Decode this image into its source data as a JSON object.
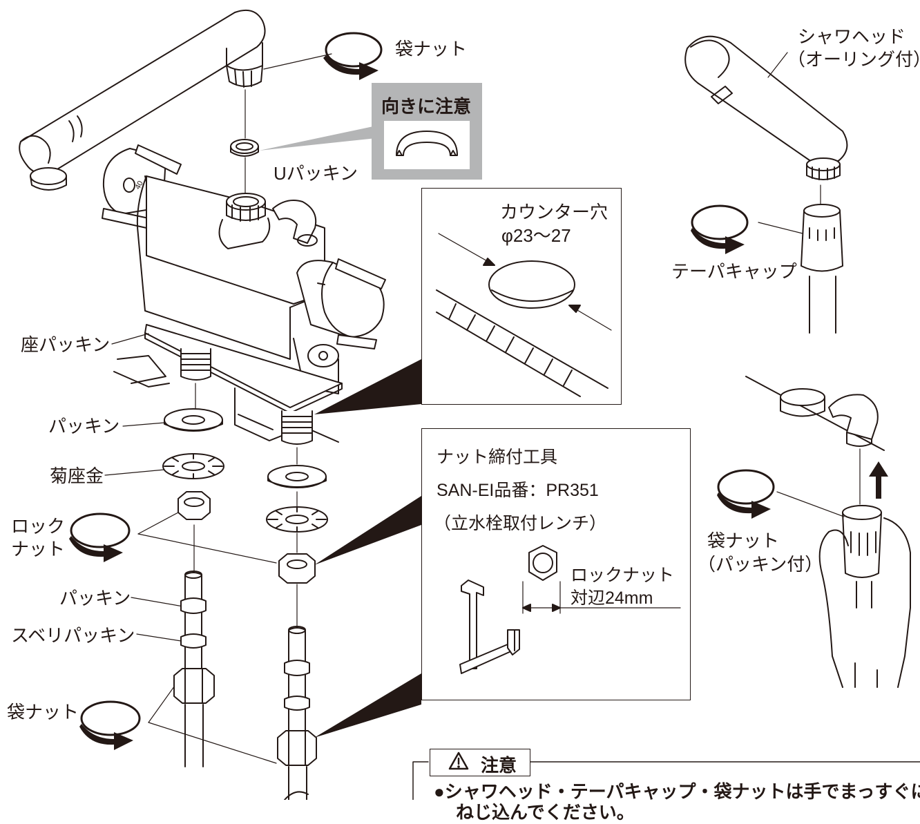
{
  "labels": {
    "fukuro_nut_top": "袋ナット",
    "muki_chui": "向きに注意",
    "u_packing": "Uパッキン",
    "shower_head": "シャワヘッド",
    "o_ring": "（オーリング付）",
    "counter_hole": "カウンター穴",
    "counter_dia": "φ23〜27",
    "taper_cap": "テーパキャップ",
    "za_packing": "座パッキン",
    "packing1": "パッキン",
    "kiku_zagane": "菊座金",
    "lock": "ロック",
    "lock_nut": "ナット",
    "packing2": "パッキン",
    "suberi_packing": "スベリパッキン",
    "fukuro_nut_bottom": "袋ナット",
    "fukuro_nut_right": "袋ナット",
    "packing_tsuki": "（パッキン付）",
    "dial_40": "40"
  },
  "tool_box": {
    "title": "ナット締付工具",
    "model": "SAN-EI品番：PR351",
    "name": "（立水栓取付レンチ）",
    "locknut": "ロックナット",
    "size": "対辺24mm"
  },
  "caution": {
    "heading": "注意",
    "line1": "●シャワヘッド・テーパキャップ・袋ナットは手でまっすぐに",
    "line2": "ねじ込んでください。"
  },
  "icons": {
    "warning": "warning-triangle-icon"
  }
}
